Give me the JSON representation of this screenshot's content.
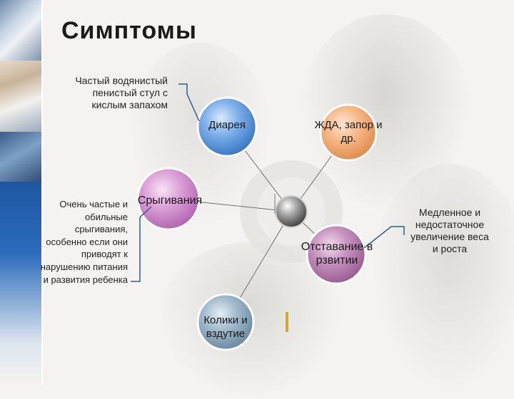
{
  "title": "Симптомы",
  "nodes": {
    "diarrhea": "Диарея",
    "zhda": "ЖДА, запор и др.",
    "regurgitation": "Срыгивания",
    "growth_delay": "Отставание в рзвитии",
    "colic": "Колики и вздутие"
  },
  "descriptions": {
    "diarrhea": "Частый водянистый пенистый стул с кислым запахом",
    "regurgitation": "Очень частые и обильные срыгивания, особенно если они приводят к нарушению питания и развития ребенка",
    "growth_delay": "Медленное и недостаточное увеличение веса и роста"
  },
  "colors": {
    "diarrhea": "#4f8fd8",
    "zhda": "#f0a46a",
    "regurgitation": "#c77cc4",
    "growth_delay": "#b07aa8",
    "colic": "#7f9db4",
    "hub": "#8a8a8a",
    "connector": "#2f5f86",
    "accent_bar": "#d4a82a"
  }
}
